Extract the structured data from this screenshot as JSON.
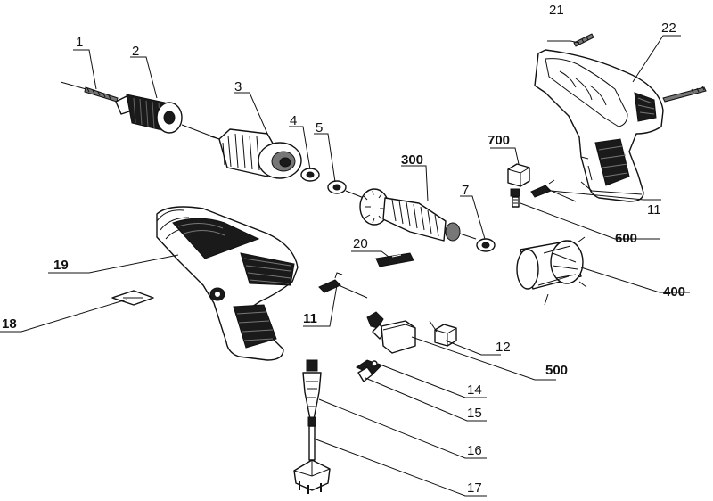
{
  "labels": {
    "p1": "1",
    "p2": "2",
    "p3": "3",
    "p4": "4",
    "p5": "5",
    "p7": "7",
    "p11a": "11",
    "p11b": "11",
    "p12": "12",
    "p14": "14",
    "p15": "15",
    "p16": "16",
    "p17": "17",
    "p18": "18",
    "p19": "19",
    "p20": "20",
    "p21": "21",
    "p22": "22",
    "p300": "300",
    "p400": "400",
    "p500": "500",
    "p600": "600",
    "p700": "700"
  }
}
